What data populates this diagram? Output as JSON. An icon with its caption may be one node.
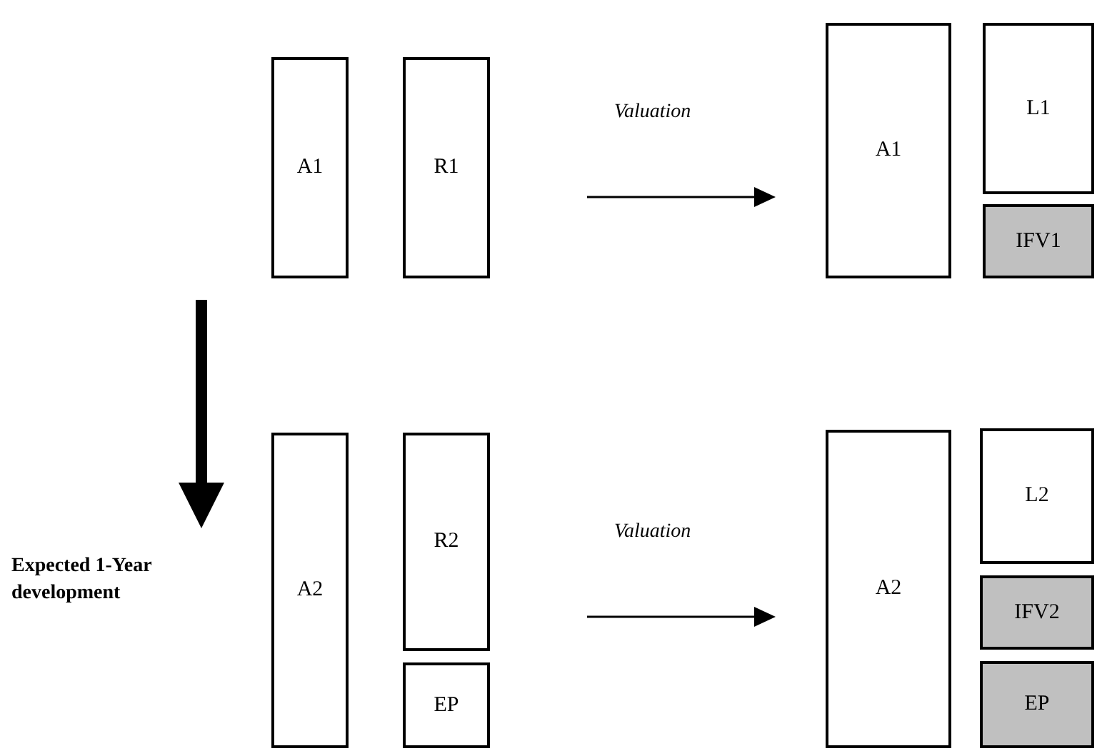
{
  "diagram": {
    "nodes": [
      {
        "text": [
          "A1"
        ]
      },
      {
        "text": [
          "R1"
        ]
      },
      {
        "text": [
          "A1"
        ]
      },
      {
        "text": [
          "L1"
        ]
      },
      {
        "text": [
          "IFV1"
        ]
      },
      {
        "text": [
          "A2"
        ]
      },
      {
        "text": [
          "R2"
        ]
      },
      {
        "text": [
          "EP"
        ]
      },
      {
        "text": [
          "A2"
        ]
      },
      {
        "text": [
          "L2"
        ]
      },
      {
        "text": [
          "IFV2"
        ]
      },
      {
        "text": [
          "EP"
        ]
      }
    ],
    "labels": [
      "Valuation",
      "Expected 1-Year development",
      "Valuation"
    ]
  }
}
